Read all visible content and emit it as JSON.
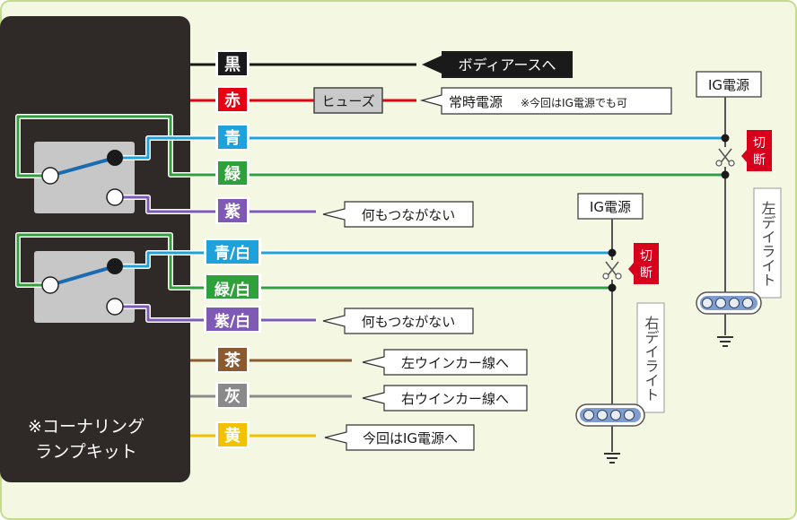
{
  "colors": {
    "background": "#f4f8e2",
    "frame_border": "#c4dc8a",
    "kit_body": "#2f2a28",
    "switch_box": "#c7c7c7",
    "black": "#1a1a1a",
    "red": "#e60012",
    "blue": "#1ea2dc",
    "green": "#2fa13a",
    "purple": "#7e59b5",
    "brown": "#8c5a30",
    "gray": "#8a8a8a",
    "yellow": "#f2c200",
    "cut_badge": "#d7001c",
    "lamp": "#7f9bd0"
  },
  "kit": {
    "label_line1": "※コーナリング",
    "label_line2": "ランプキット"
  },
  "wires": {
    "black": "黒",
    "red": "赤",
    "blue": "青",
    "green": "緑",
    "purple": "紫",
    "blue_white": "青/白",
    "green_white": "緑/白",
    "purple_white": "紫/白",
    "brown": "茶",
    "gray": "灰",
    "yellow": "黄"
  },
  "fuse": "ヒューズ",
  "callouts": {
    "black": "ボディアースへ",
    "red_main": "常時電源",
    "red_note": "※今回はIG電源でも可",
    "purple": "何もつながない",
    "purple_white": "何もつながない",
    "brown": "左ウインカー線へ",
    "gray": "右ウインカー線へ",
    "yellow": "今回はIG電源へ"
  },
  "left": {
    "ig": "IG電源",
    "cut": "切断",
    "lamp": "左デイライト"
  },
  "right": {
    "ig": "IG電源",
    "cut": "切断",
    "lamp": "右デイライト"
  }
}
